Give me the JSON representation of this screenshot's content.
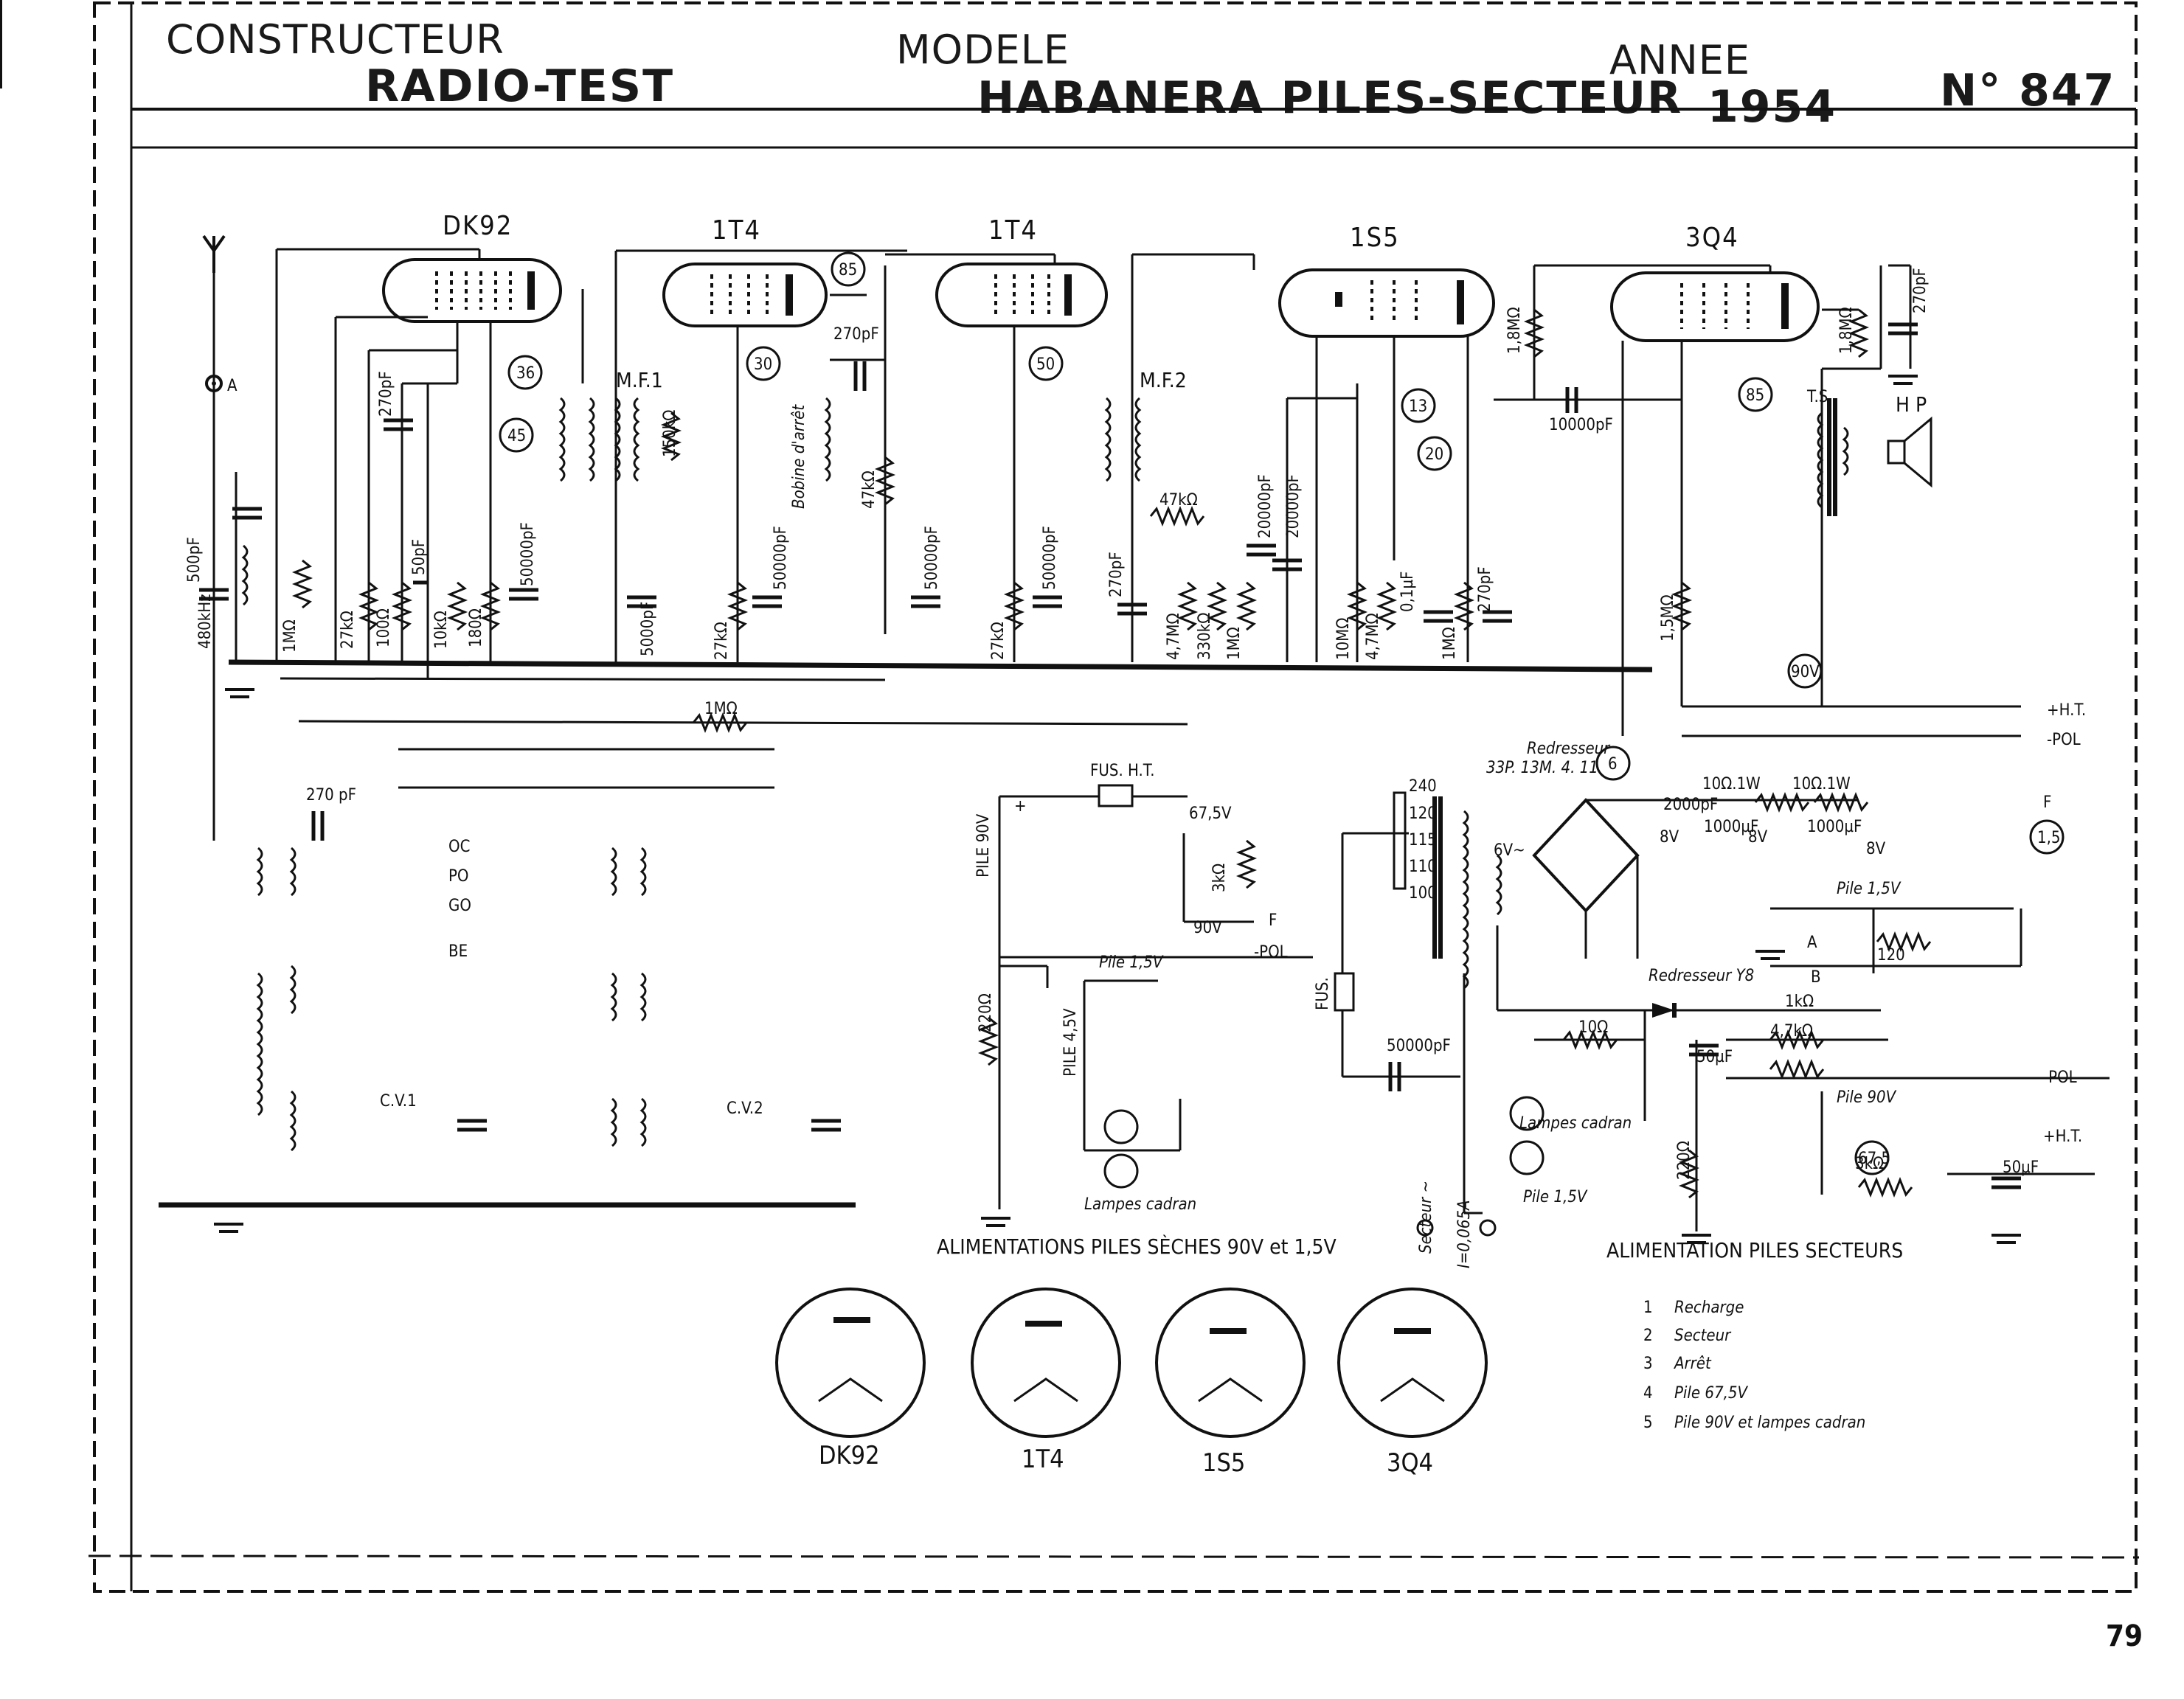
{
  "header": {
    "constructeur_label": "CONSTRUCTEUR",
    "constructeur_value": "RADIO-TEST",
    "modele_label": "MODELE",
    "modele_value": "HABANERA PILES-SECTEUR",
    "annee_label": "ANNEE",
    "annee_value": "1954",
    "numero": "N° 847"
  },
  "tubes": [
    {
      "name": "DK92"
    },
    {
      "name": "1T4"
    },
    {
      "name": "1T4"
    },
    {
      "name": "1S5"
    },
    {
      "name": "3Q4"
    }
  ],
  "voltage_circles": [
    "85",
    "36",
    "45",
    "30",
    "50",
    "13",
    "20",
    "85",
    "90V",
    "6",
    "1,5",
    "67,5"
  ],
  "components": {
    "antenna": "A",
    "c_500pf": "500pF",
    "if_480": "480kHz",
    "r_1m_a": "1MΩ",
    "r_27k_a": "27kΩ",
    "c_270pf_a": "270pF",
    "r_100": "100Ω",
    "c_50pf": "50pF",
    "r_10k": "10kΩ",
    "r_180": "180Ω",
    "c_50000_a": "50000pF",
    "mf1": "M.F.1",
    "r_150k": "150kΩ",
    "c_5000": "5000pF",
    "c_270pf_b": "270pF",
    "bobine": "Bobine d'arrêt",
    "r_27k_b": "27kΩ",
    "c_50000_b": "50000pF",
    "r_47k_a": "47kΩ",
    "c_50000_c": "50000pF",
    "r_27k_c": "27kΩ",
    "c_50000_d": "50000pF",
    "mf2": "M.F.2",
    "c_270pf_c": "270pF",
    "r_47k_b": "47kΩ",
    "r_47m_a": "4,7MΩ",
    "r_330k": "330kΩ",
    "r_1m_b": "1MΩ",
    "c_20000_a": "20000pF",
    "c_20000_b": "20000pF",
    "r_10m": "10MΩ",
    "r_47m_b": "4,7MΩ",
    "c_01": "0,1µF",
    "r_1m_c": "1MΩ",
    "c_270pf_d": "270pF",
    "r_18m_a": "1,8MΩ",
    "c_10000": "10000pF",
    "r_15m": "1,5MΩ",
    "r_18m_b": "1,8MΩ",
    "c_270pf_e": "270pF",
    "ts": "T.S.",
    "hp": "H P",
    "r_1m_bottom": "1MΩ",
    "c_270pf_osc": "270 pF",
    "oc": "OC",
    "po": "PO",
    "go": "GO",
    "be": "BE",
    "cv1": "C.V.1",
    "cv2": "C.V.2",
    "f": "F",
    "ht": "+H.T.",
    "pol": "-POL"
  },
  "piles_seches": {
    "fus_ht": "FUS. H.T.",
    "v675": "67,5V",
    "r_3k": "3kΩ",
    "v90": "90V",
    "pile90": "PILE 90V",
    "plus": "+",
    "r_220": "220Ω",
    "pile15": "Pile 1,5V",
    "pile45": "PILE 4,5V",
    "lampes": "Lampes cadran",
    "caption": "ALIMENTATIONS PILES SÈCHES 90V et 1,5V"
  },
  "secteur": {
    "redresseur_title": "Redresseur",
    "redresseur_ref": "33P. 13M. 4. 11",
    "taps": [
      "240",
      "120",
      "115",
      "110",
      "100"
    ],
    "v6": "6V~",
    "fus": "FUS.",
    "c_50000": "50000pF",
    "c_2000": "2000pF",
    "v8": "8V",
    "c_1000a": "1000µF",
    "c_1000b": "1000µF",
    "r_10_1w_a": "10Ω.1W",
    "r_10_1w_b": "10Ω.1W",
    "pile15": "Pile 1,5V",
    "r_120": "120",
    "a": "A",
    "b": "B",
    "redresseur_y8": "Redresseur Y8",
    "r_10": "10Ω",
    "r_1k": "1kΩ",
    "r_47k": "4,7kΩ",
    "c_50uf": "50µF",
    "lampes": "Lampes cadran",
    "r_220": "220Ω",
    "pile90": "Pile 90V",
    "r_3k": "3kΩ",
    "c_50uf_b": "50µF",
    "secteur": "Secteur ~",
    "courant": "I=0,065A",
    "pile15_b": "Pile 1,5V",
    "caption": "ALIMENTATION PILES SECTEURS"
  },
  "legend": [
    {
      "num": "1",
      "text": "Recharge"
    },
    {
      "num": "2",
      "text": "Secteur"
    },
    {
      "num": "3",
      "text": "Arrêt"
    },
    {
      "num": "4",
      "text": "Pile 67,5V"
    },
    {
      "num": "5",
      "text": "Pile 90V et lampes cadran"
    }
  ],
  "bases": [
    "DK92",
    "1T4",
    "1S5",
    "3Q4"
  ],
  "page_number": "79"
}
